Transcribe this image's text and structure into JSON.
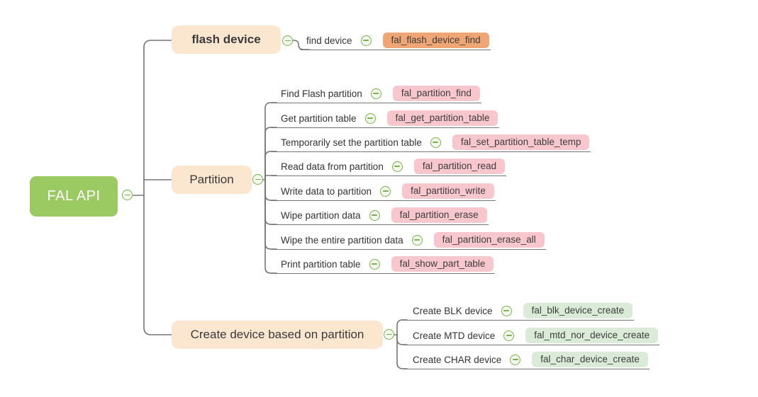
{
  "root": {
    "label": "FAL API"
  },
  "branches": [
    {
      "label": "flash device",
      "children": [
        {
          "label": "find device",
          "func": "fal_flash_device_find"
        }
      ]
    },
    {
      "label": "Partition",
      "children": [
        {
          "label": "Find Flash partition",
          "func": "fal_partition_find"
        },
        {
          "label": "Get partition table",
          "func": "fal_get_partition_table"
        },
        {
          "label": "Temporarily set the partition table",
          "func": "fal_set_partition_table_temp"
        },
        {
          "label": "Read data from partition",
          "func": "fal_partition_read"
        },
        {
          "label": "Write data to partition",
          "func": "fal_partition_write"
        },
        {
          "label": "Wipe partition data",
          "func": "fal_partition_erase"
        },
        {
          "label": "Wipe the entire partition data",
          "func": "fal_partition_erase_all"
        },
        {
          "label": "Print partition table",
          "func": "fal_show_part_table"
        }
      ]
    },
    {
      "label": "Create device based on partition",
      "children": [
        {
          "label": "Create BLK device",
          "func": "fal_blk_device_create"
        },
        {
          "label": "Create MTD device",
          "func": "fal_mtd_nor_device_create"
        },
        {
          "label": "Create CHAR device",
          "func": "fal_char_device_create"
        }
      ]
    }
  ],
  "colors": {
    "root_bg": "#9bc962",
    "branch_bg": "#fbe7d0",
    "func_orange": "#efa674",
    "func_pink": "#f8c7cd",
    "func_green": "#daecd8",
    "wire": "#757575",
    "collapse_icon": "#76b34a"
  }
}
